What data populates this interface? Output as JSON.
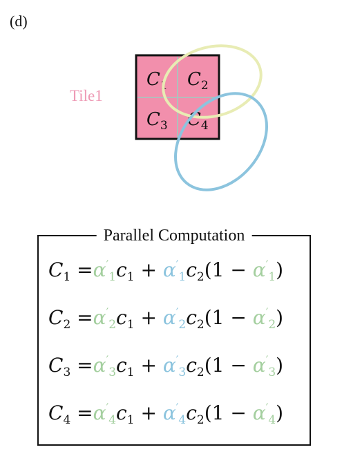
{
  "panel_label": "(d)",
  "tile_label": "Tile1",
  "cells": [
    {
      "name": "C",
      "index": "1"
    },
    {
      "name": "C",
      "index": "2"
    },
    {
      "name": "C",
      "index": "3"
    },
    {
      "name": "C",
      "index": "4"
    }
  ],
  "box_title": "Parallel Computation",
  "equations": [
    {
      "lhs": "C",
      "lhs_index": "1",
      "index": "1",
      "c1": "c",
      "c2": "c",
      "one": "1",
      "two": "2",
      "minus": "1 −"
    },
    {
      "lhs": "C",
      "lhs_index": "2",
      "index": "2",
      "c1": "c",
      "c2": "c",
      "one": "1",
      "two": "2",
      "minus": "1 −"
    },
    {
      "lhs": "C",
      "lhs_index": "3",
      "index": "3",
      "c1": "c",
      "c2": "c",
      "one": "1",
      "two": "2",
      "minus": "1 −"
    },
    {
      "lhs": "C",
      "lhs_index": "4",
      "index": "4",
      "c1": "c",
      "c2": "c",
      "one": "1",
      "two": "2",
      "minus": "1 −"
    }
  ],
  "colors": {
    "tile_fill": "#f28fac",
    "tile_label": "#ee9ab5",
    "grid_line": "#9fcbc0",
    "ellipse_yellow": "#e8ecb4",
    "ellipse_blue": "#8cc4de",
    "alpha_green": "#a4cf9f",
    "alpha_blue": "#8cc4de"
  }
}
